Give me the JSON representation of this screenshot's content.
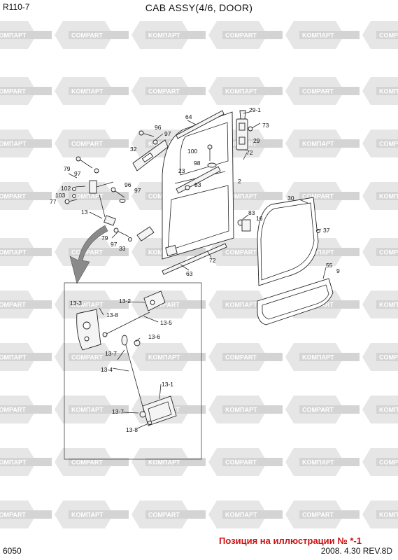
{
  "header": {
    "model": "R110-7",
    "title": "CAB ASSY(4/6, DOOR)"
  },
  "footer": {
    "page_number": "6050",
    "note": "Позиция на иллюстрации № *-1",
    "date_rev": "2008. 4.30  REV.8D"
  },
  "watermark": {
    "text_ru": "KOMПAPT",
    "text_en": "COMPART",
    "color": "#e6e6e6"
  },
  "callouts": [
    "64",
    "96",
    "97",
    "29-1",
    "73",
    "32",
    "100",
    "29",
    "72",
    "79",
    "97",
    "98",
    "23",
    "2",
    "102",
    "96",
    "97",
    "83",
    "103",
    "77",
    "13",
    "83",
    "16",
    "30",
    "37",
    "79",
    "97",
    "33",
    "72",
    "63",
    "55",
    "9",
    "13-2",
    "13-3",
    "13-8",
    "13-5",
    "13-6",
    "13-7",
    "13-4",
    "13-1",
    "13-7",
    "13-8"
  ],
  "accent_colors": {
    "note": "#d01010",
    "arrow": "#8a8a8a"
  }
}
